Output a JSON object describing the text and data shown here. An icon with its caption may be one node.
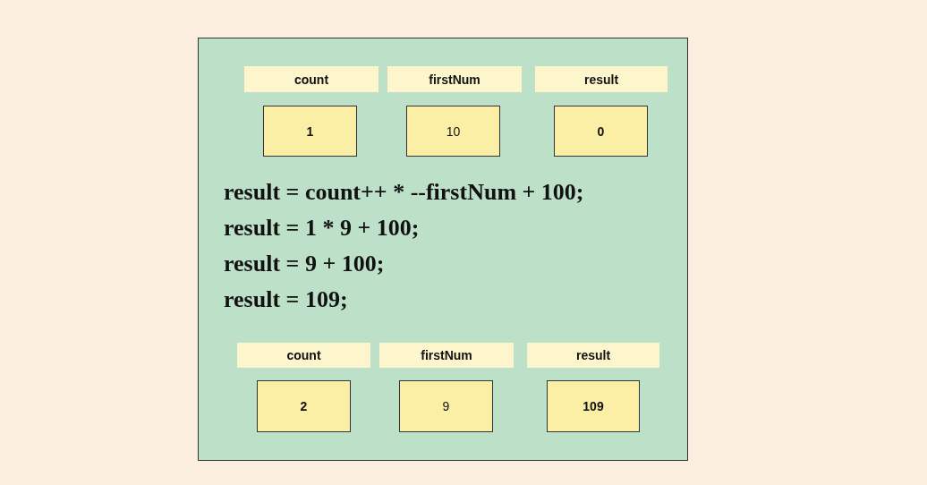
{
  "diagram": {
    "nodes": [
      {
        "text": [
          "result = count++ * --firstNum + 100;",
          "result = 1 * 9 + 100;",
          "result = 9 + 100;",
          "result = 109;"
        ]
      },
      {
        "text": [
          "count"
        ],
        "in": 0
      },
      {
        "text": [
          "firstNum"
        ],
        "in": 0
      },
      {
        "text": [
          "result"
        ],
        "in": 0
      },
      {
        "text": [
          "1"
        ],
        "in": 0
      },
      {
        "text": [
          "10"
        ],
        "in": 0
      },
      {
        "text": [
          "0"
        ],
        "in": 0
      },
      {
        "text": [
          "count"
        ],
        "in": 0
      },
      {
        "text": [
          "firstNum"
        ],
        "in": 0
      },
      {
        "text": [
          "result"
        ],
        "in": 0
      },
      {
        "text": [
          "2"
        ],
        "in": 0
      },
      {
        "text": [
          "9"
        ],
        "in": 0
      },
      {
        "text": [
          "109"
        ],
        "in": 0
      }
    ]
  }
}
